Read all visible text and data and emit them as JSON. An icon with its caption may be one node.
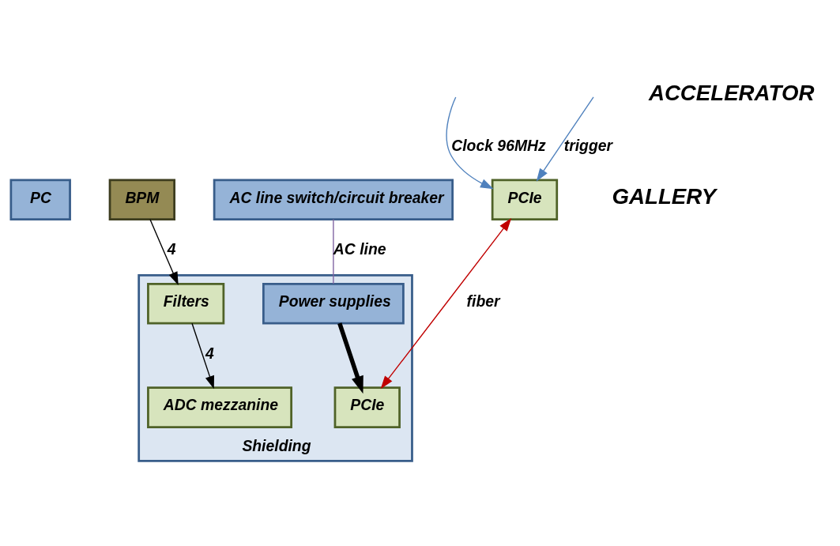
{
  "diagram": {
    "nodes": [
      {
        "text": [
          "PC"
        ]
      },
      {
        "text": [
          "PCIe"
        ]
      },
      {
        "text": [
          "AC line switch/circuit breaker"
        ]
      },
      {
        "text": [
          "Shielding"
        ]
      },
      {
        "text": [
          "Power supplies"
        ],
        "in": 3
      },
      {
        "text": [
          "PCIe"
        ],
        "in": 3
      },
      {
        "text": [
          "ADC mezzanine"
        ],
        "in": 3
      },
      {
        "text": [
          "Filters"
        ],
        "in": 3
      },
      {
        "text": [
          "BPM"
        ]
      }
    ],
    "edges": [
      {
        "from": null,
        "to": 1,
        "arrow": "to",
        "label": "Clock 96MHz",
        "color": "#4f81bd"
      },
      {
        "from": null,
        "to": 1,
        "arrow": "to",
        "label": "trigger",
        "color": "#4f81bd"
      },
      {
        "from": 1,
        "to": 5,
        "arrow": "both",
        "label": "fiber",
        "color": "#c00000"
      },
      {
        "from": 2,
        "to": 4,
        "arrow": "none",
        "label": "AC line",
        "color": "#8064a2"
      },
      {
        "from": 4,
        "to": 5,
        "arrow": "to",
        "style": "thick"
      },
      {
        "from": 7,
        "to": 6,
        "arrow": "to",
        "label": "4"
      },
      {
        "from": 8,
        "to": 7,
        "arrow": "to",
        "label": "4"
      }
    ],
    "labels": [
      "GALLERY",
      "ACCELERATOR"
    ]
  }
}
